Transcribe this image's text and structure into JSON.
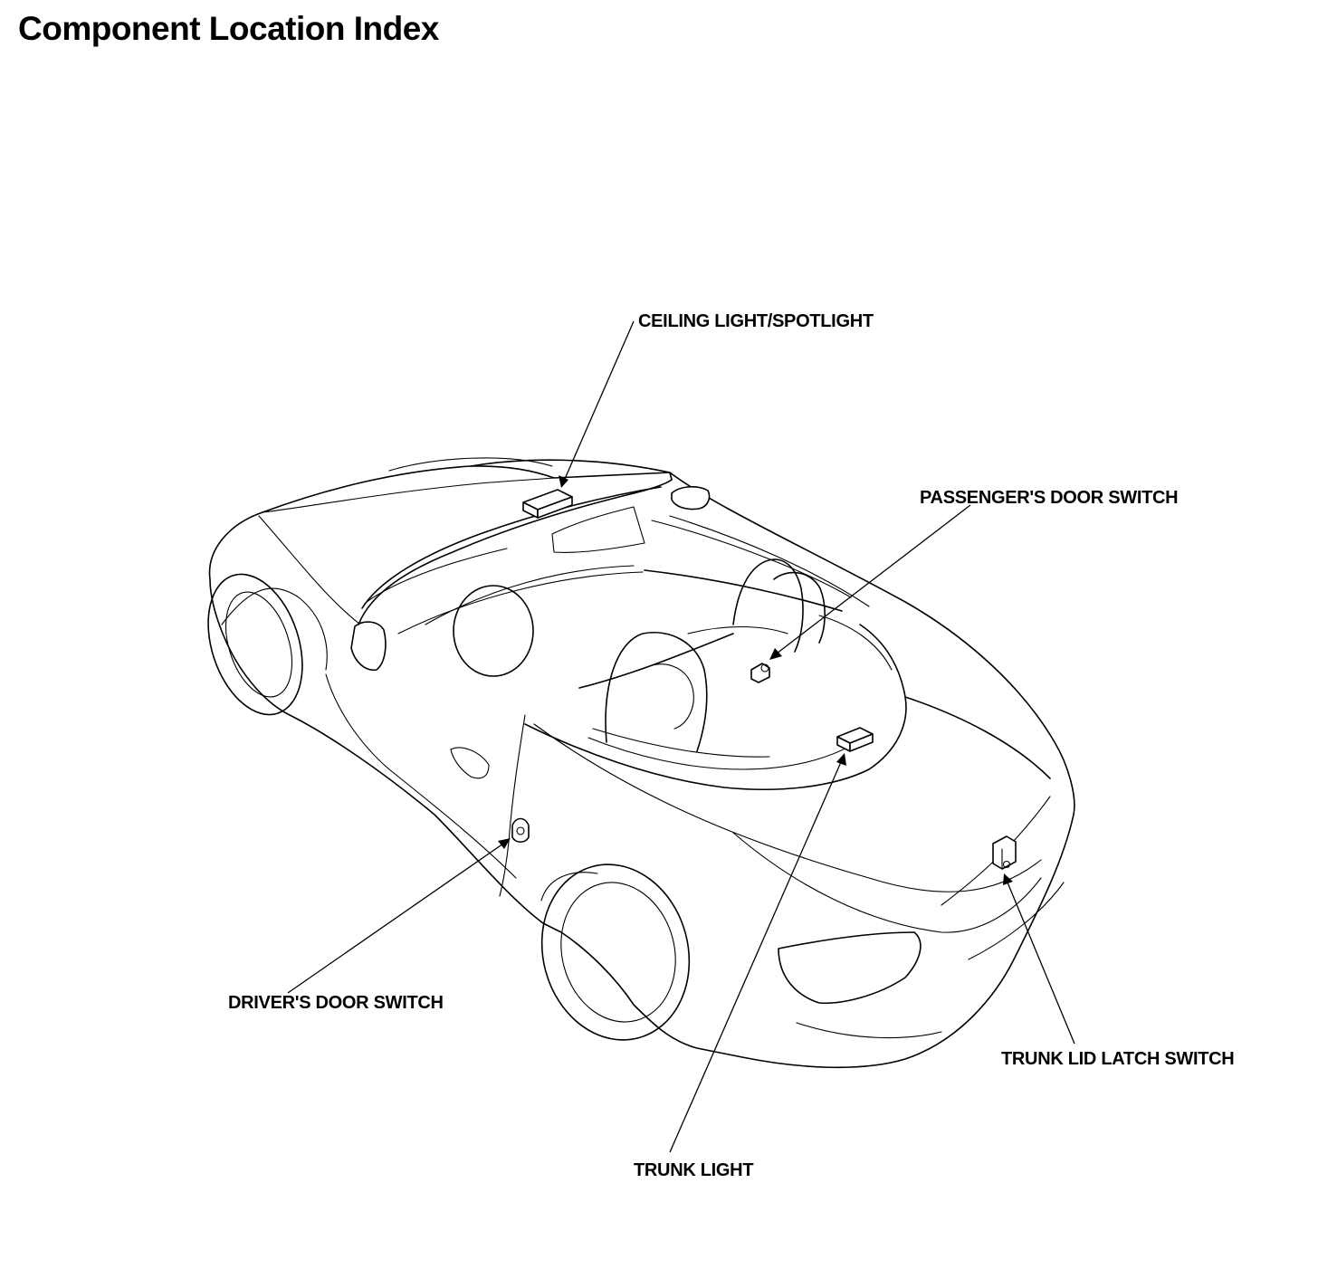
{
  "page": {
    "title": "Component Location Index"
  },
  "components": {
    "ceiling_light": "CEILING LIGHT/SPOTLIGHT",
    "passenger_door_switch": "PASSENGER'S DOOR SWITCH",
    "driver_door_switch": "DRIVER'S DOOR SWITCH",
    "trunk_light": "TRUNK LIGHT",
    "trunk_lid_latch_switch": "TRUNK LID LATCH SWITCH"
  },
  "colors": {
    "ink": "#000000",
    "paper": "#ffffff"
  }
}
